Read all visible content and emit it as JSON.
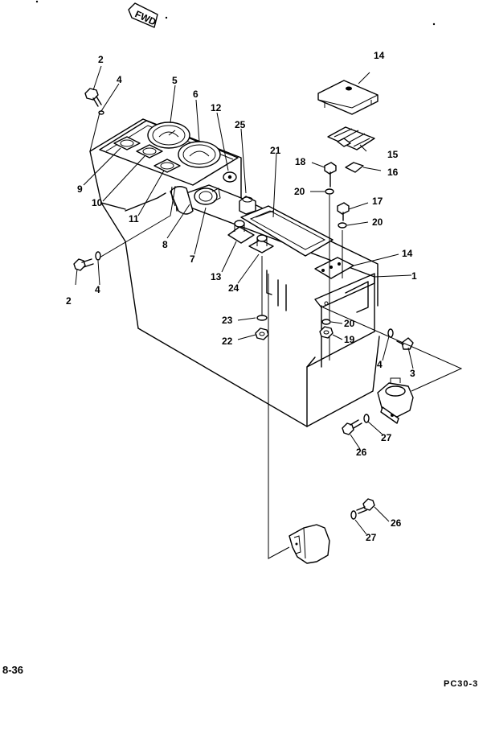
{
  "fwd_label": "FWD",
  "page_number": "8-36",
  "model_code": "PC30-3",
  "part_labels": {
    "p1": "1",
    "p2a": "2",
    "p2b": "2",
    "p3": "3",
    "p4a": "4",
    "p4b": "4",
    "p4c": "4",
    "p5": "5",
    "p6": "6",
    "p7": "7",
    "p8": "8",
    "p9": "9",
    "p10": "10",
    "p11": "11",
    "p12": "12",
    "p13": "13",
    "p14a": "14",
    "p14b": "14",
    "p15": "15",
    "p16": "16",
    "p17": "17",
    "p18": "18",
    "p19": "19",
    "p20a": "20",
    "p20b": "20",
    "p20c": "20",
    "p21": "21",
    "p22": "22",
    "p23": "23",
    "p24": "24",
    "p25": "25",
    "p26a": "26",
    "p26b": "26",
    "p27a": "27",
    "p27b": "27"
  }
}
